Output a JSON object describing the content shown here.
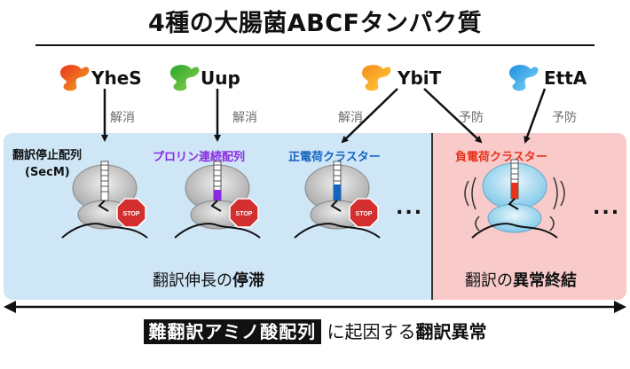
{
  "title": "4種の大腸菌ABCFタンパク質",
  "proteins": [
    {
      "name": "YheS",
      "action": "解消",
      "color_a": "#e8331c",
      "color_b": "#f5a623"
    },
    {
      "name": "Uup",
      "action": "解消",
      "color_a": "#2aa52a",
      "color_b": "#8fd14f"
    },
    {
      "name": "YbiT",
      "action": "解消",
      "action2": "予防",
      "color_a": "#f58a1f",
      "color_b": "#ffd23a"
    },
    {
      "name": "EttA",
      "action": "予防",
      "color_a": "#1f8fe0",
      "color_b": "#7fd6f5"
    }
  ],
  "motifs": {
    "secm_line1": "翻訳停止配列",
    "secm_line2": "(SecM)",
    "proline": "プロリン連続配列",
    "positive": "正電荷クラスター",
    "negative": "負電荷クラスター"
  },
  "motif_colors": {
    "secm": "#111111",
    "proline": "#8a2be2",
    "positive": "#1565c0",
    "negative": "#e8331c"
  },
  "stop_label": "STOP",
  "ellipsis": "...",
  "captions": {
    "stall_plain": "翻訳伸長の",
    "stall_bold": "停滞",
    "term_plain": "翻訳の",
    "term_bold": "異常終結"
  },
  "panel_colors": {
    "stall": "#cfe6f7",
    "termination": "#f8caca"
  },
  "bottom": {
    "highlight": "難翻訳アミノ酸配列",
    "middle": "に起因する",
    "bold": "翻訳異常"
  }
}
